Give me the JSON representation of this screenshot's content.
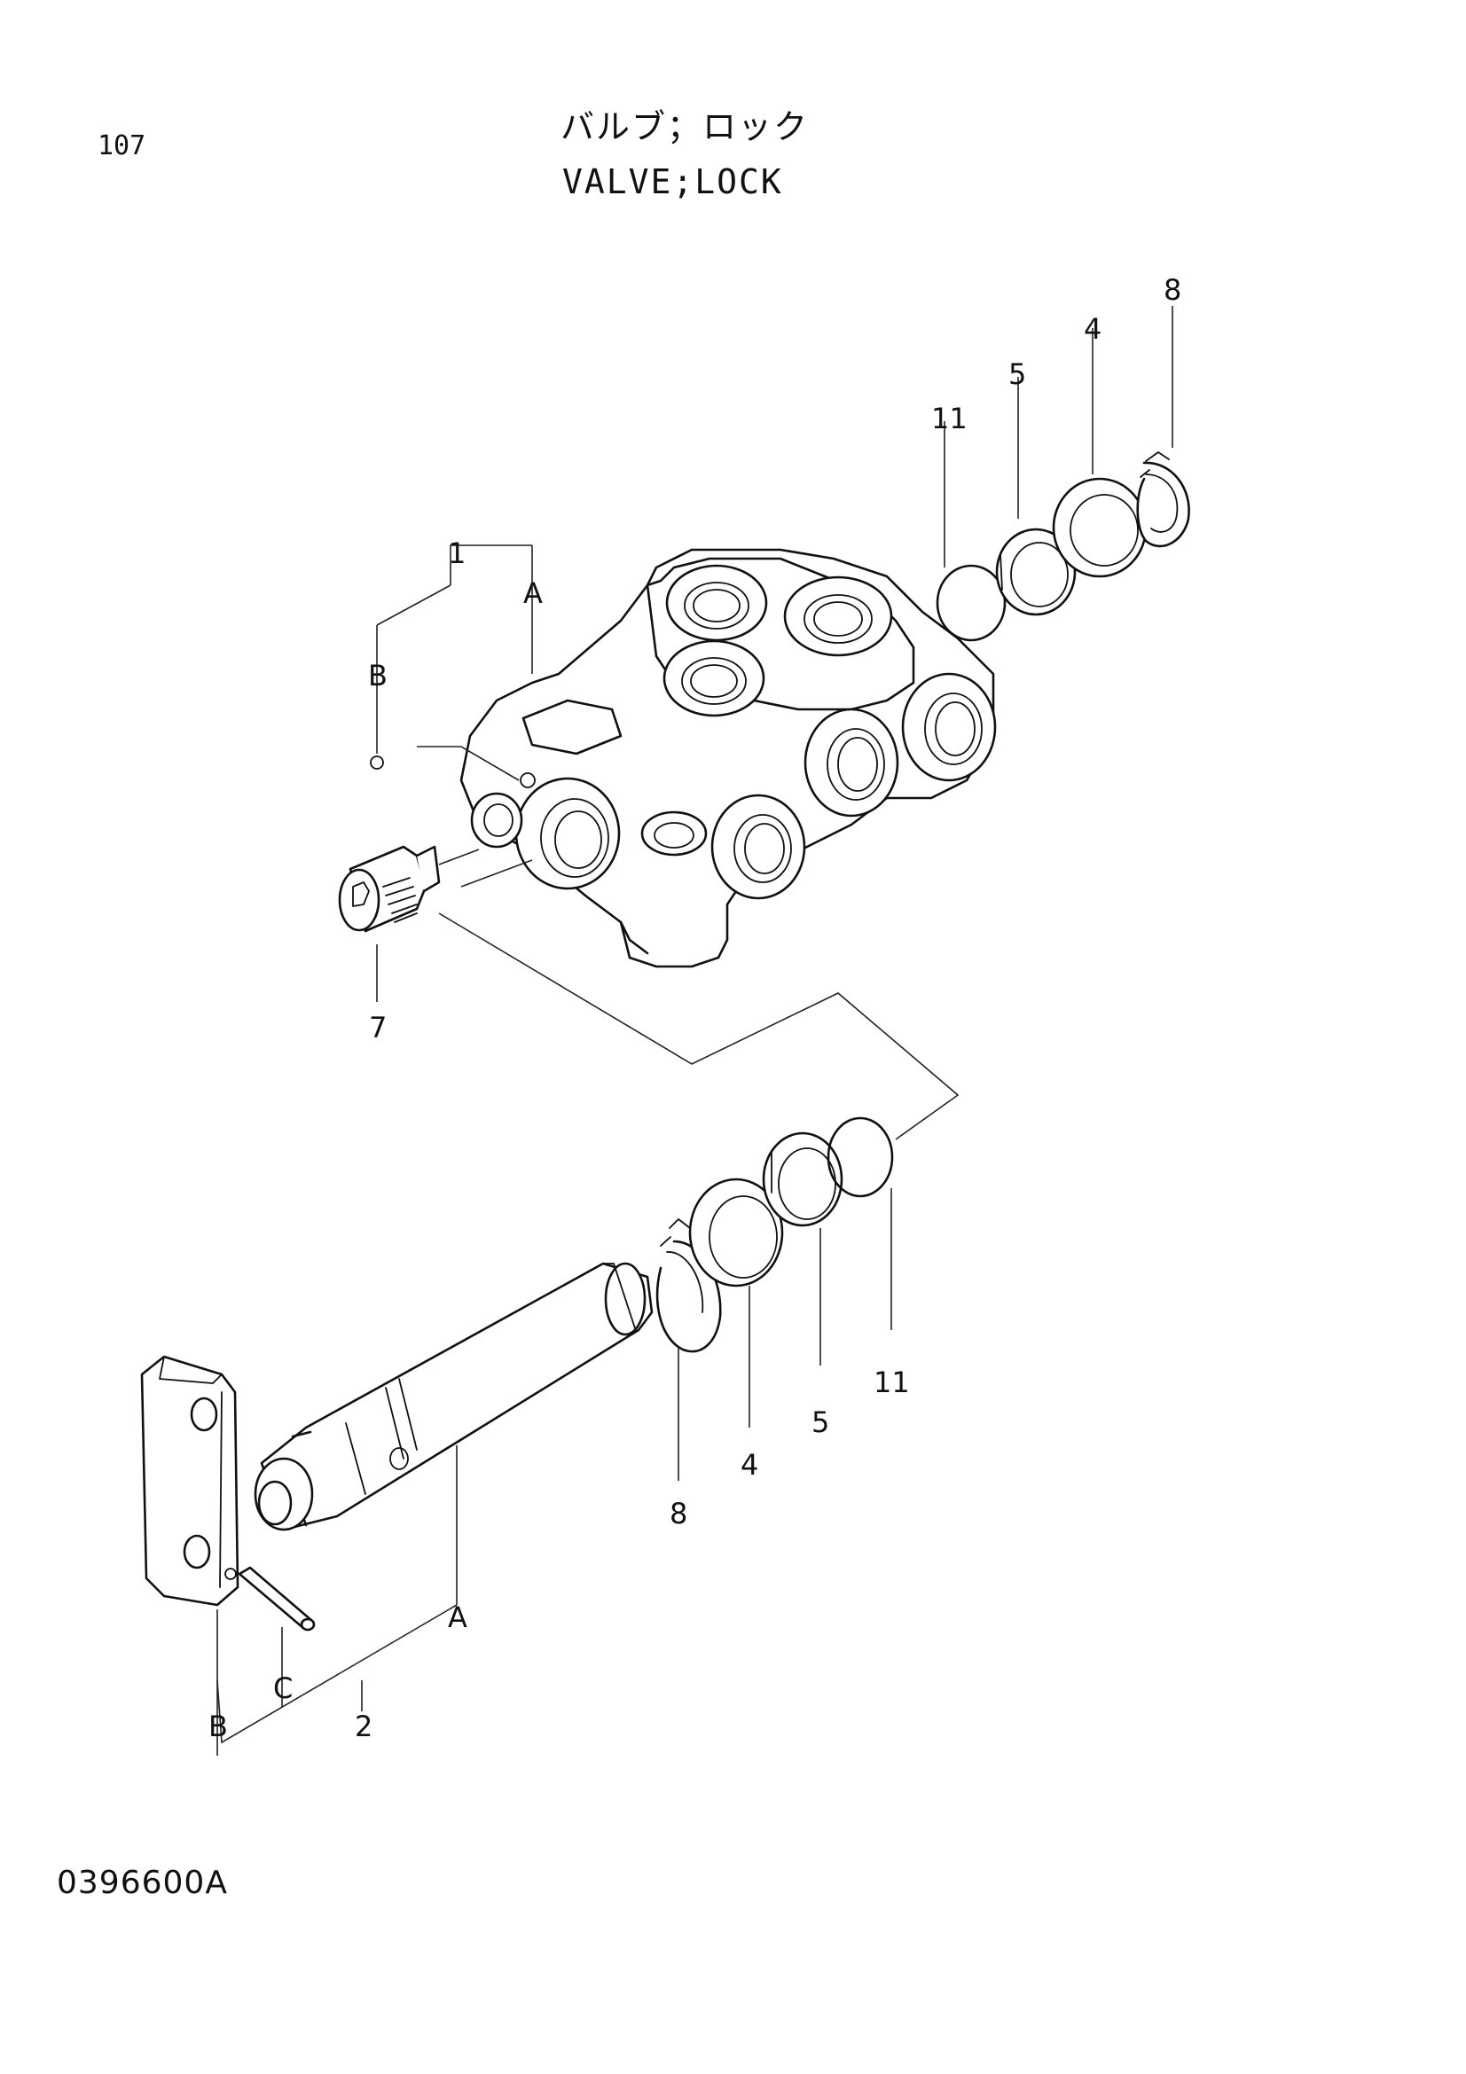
{
  "header": {
    "page_number": "107",
    "title_jp": "バルブ；ロック",
    "title_en": "VALVE;LOCK"
  },
  "footer": {
    "drawing_code": "0396600A"
  },
  "callouts": {
    "upper": {
      "item_1": "1",
      "ref_a": "A",
      "ref_b": "B",
      "item_7": "7",
      "item_11": "11",
      "item_5": "5",
      "item_4": "4",
      "item_8": "8"
    },
    "lower": {
      "item_11": "11",
      "item_5": "5",
      "item_4": "4",
      "item_8": "8",
      "ref_a": "A",
      "ref_b": "B",
      "ref_c": "C",
      "item_2": "2"
    }
  },
  "colors": {
    "ink": "#111111",
    "paper": "#ffffff"
  }
}
